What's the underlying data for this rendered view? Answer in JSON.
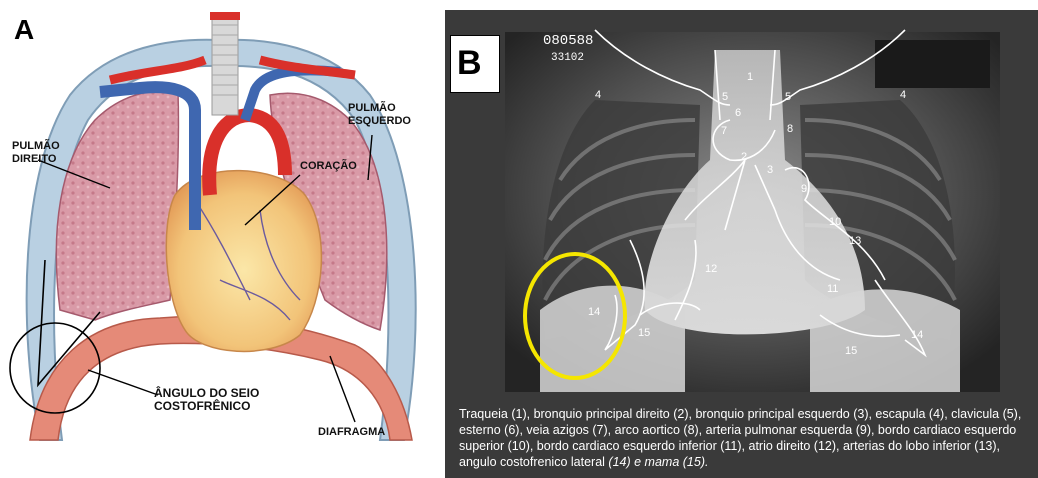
{
  "panel_a": {
    "letter": "A",
    "labels": {
      "right_lung_1": "PULMÃO",
      "right_lung_2": "DIREITO",
      "left_lung_1": "PULMÃO",
      "left_lung_2": "ESQUERDO",
      "heart": "CORAÇÃO",
      "angle_1": "ÂNGULO DO SEIO",
      "angle_2": "COSTOFRÊNICO",
      "diaphragm": "DIAFRAGMA"
    }
  },
  "panel_b": {
    "letter": "B",
    "film_id_1": "080588",
    "film_id_2": "33102",
    "numbers": [
      "1",
      "2",
      "3",
      "4",
      "4",
      "5",
      "5",
      "6",
      "7",
      "8",
      "9",
      "10",
      "11",
      "12",
      "13",
      "14",
      "14",
      "15",
      "15"
    ],
    "caption_main": "Traqueia (1), bronquio principal direito (2), bronquio principal esquerdo (3), escapula (4), clavicula (5), esterno (6), veia azigos (7), arco aortico (8), arteria pulmonar esquerda (9), bordo cardiaco esquerdo superior (10), bordo cardiaco esquerdo inferior (11), atrio direito (12), arterias do lobo inferior (13), angulo costofrenico lateral",
    "caption_italic": "(14) e mama (15).",
    "highlight_color": "#f5e600"
  }
}
